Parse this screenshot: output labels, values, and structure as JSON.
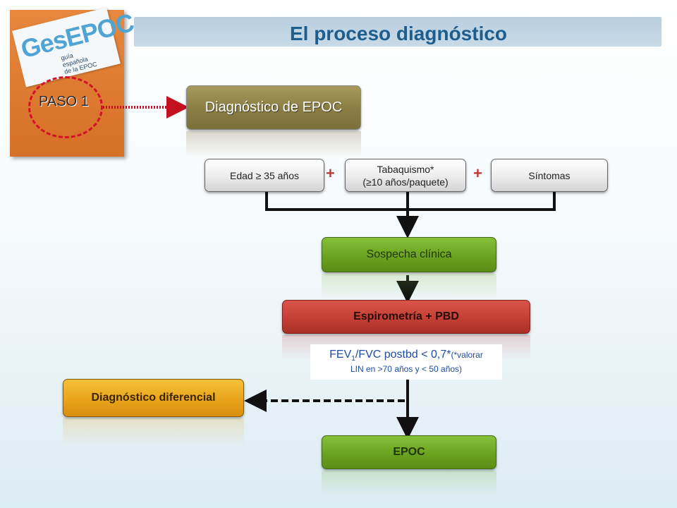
{
  "slide": {
    "title": "El proceso diagnóstico"
  },
  "logo": {
    "brand": "GesEPOC",
    "subtitle_lines": [
      "guía",
      "española",
      "de la EPOC"
    ],
    "step_label": "PASO 1"
  },
  "flow": {
    "main_box": "Diagnóstico de EPOC",
    "criteria": {
      "age": "Edad ≥ 35 años",
      "smoking_line1": "Tabaquismo*",
      "smoking_line2": "(≥10 años/paquete)",
      "symptoms": "Síntomas",
      "plus": "+"
    },
    "suspicion": "Sospecha clínica",
    "spirometry": "Espirometría + PBD",
    "fev": {
      "main": "FEV",
      "subscript": "1",
      "rest": "/FVC postbd < 0,7*",
      "note_inline": "(*valorar",
      "note_line2": "LIN en >70 años y < 50 años)"
    },
    "differential": "Diagnóstico diferencial",
    "result": "EPOC"
  },
  "colors": {
    "title": "#1f5e8c",
    "olive_box": "#8a7d44",
    "green_box": "#6aa31f",
    "red_box": "#c43f34",
    "orange_box": "#e9a41a",
    "plus": "#c0393a",
    "step_circle": "#d3112b",
    "fev_text": "#1f4ca3"
  }
}
